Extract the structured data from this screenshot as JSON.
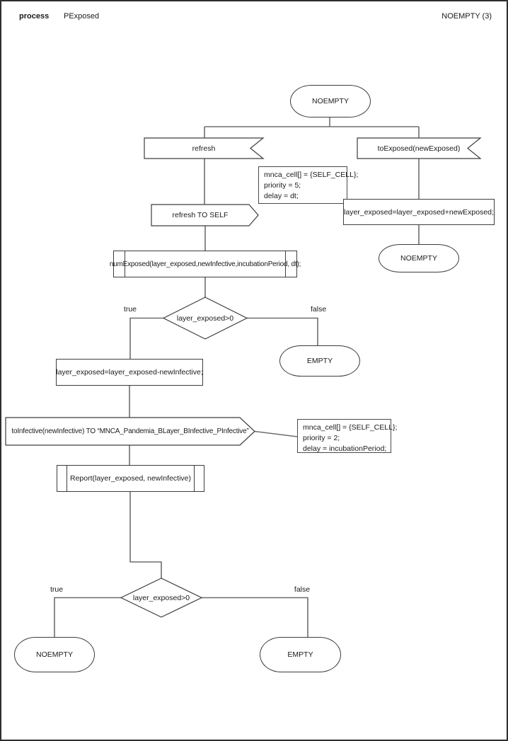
{
  "header": {
    "kind": "process",
    "name": "PExposed",
    "status": "NOEMPTY (3)"
  },
  "diagram": {
    "start_state": "NOEMPTY",
    "receive_refresh": "refresh",
    "receive_toexposed": "toExposed(newExposed)",
    "send_refresh_self": "refresh TO SELF",
    "note_refresh": {
      "line1": "mnca_cell[] = {SELF_CELL};",
      "line2": "priority = 5;",
      "line3": "delay = dt;"
    },
    "assign_add": "layer_exposed=layer_exposed+newExposed;",
    "state_noempty_right": "NOEMPTY",
    "call_numexposed": "numExposed(layer_exposed,newInfective,incubationPeriod, dt);",
    "decision1": "layer_exposed>0",
    "decision1_true": "true",
    "decision1_false": "false",
    "state_empty_mid": "EMPTY",
    "assign_sub": "layer_exposed=layer_exposed-newInfective;",
    "send_toinfective": "toInfective(newInfective) TO “MNCA_Pandemia_BLayer_BInfective_PInfective”",
    "note_toinfective": {
      "line1": "mnca_cell[] = {SELF_CELL};",
      "line2": "priority = 2;",
      "line3": "delay = incubationPeriod;"
    },
    "call_report": "Report(layer_exposed, newInfective)",
    "decision2": "layer_exposed>0",
    "decision2_true": "true",
    "decision2_false": "false",
    "state_noempty_bottom": "NOEMPTY",
    "state_empty_bottom": "EMPTY"
  }
}
